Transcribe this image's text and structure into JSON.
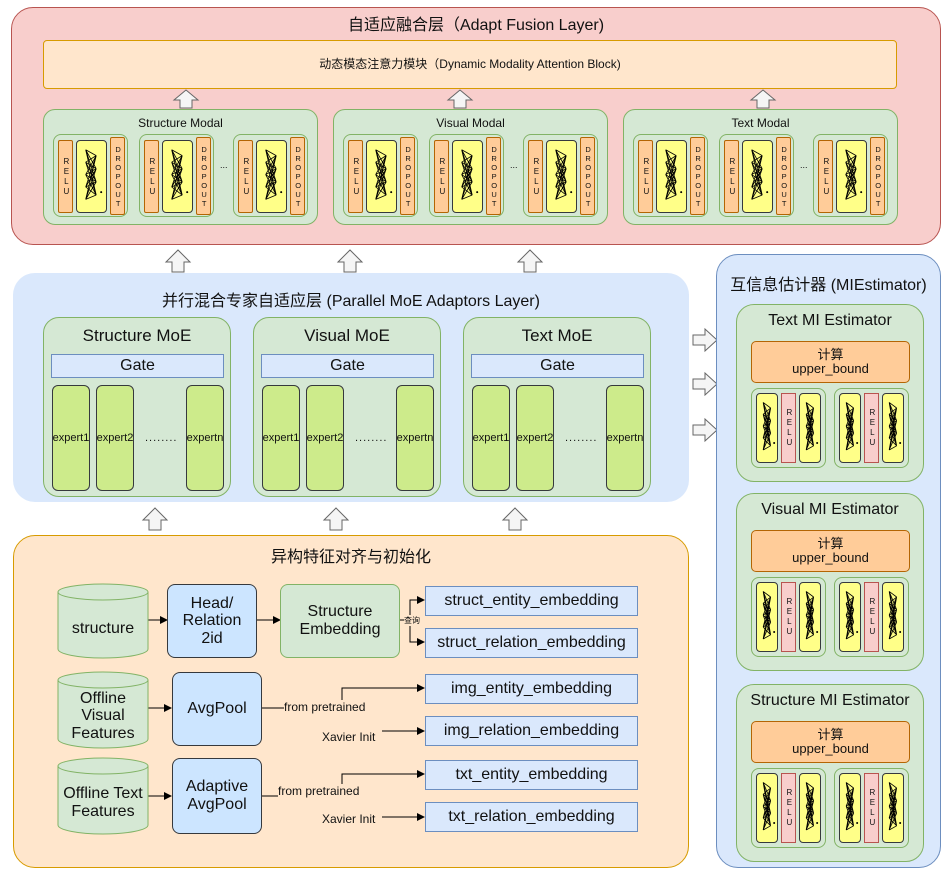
{
  "fusion": {
    "title": "自适应融合层（Adapt Fusion Layer)",
    "attention": "动态模态注意力模块（Dynamic Modality Attention Block)",
    "modals": [
      {
        "label": "Structure Modal"
      },
      {
        "label": "Visual Modal"
      },
      {
        "label": "Text Modal"
      }
    ],
    "relu": "RELU",
    "dropout": "DROPOUT",
    "dots": "..."
  },
  "moe": {
    "title": "并行混合专家自适应层 (Parallel MoE Adaptors Layer)",
    "blocks": [
      {
        "label": "Structure MoE"
      },
      {
        "label": "Visual MoE"
      },
      {
        "label": "Text MoE"
      }
    ],
    "gate": "Gate",
    "expert1": "expert1",
    "expert2": "expert2",
    "expertn": "expertn",
    "dots": "........"
  },
  "align": {
    "title": "异构特征对齐与初始化",
    "structure": "structure",
    "head_relation": "Head/ Relation 2id",
    "struct_embedding": "Structure Embedding",
    "query": "查询",
    "struct_entity": "struct_entity_embedding",
    "struct_relation": "struct_relation_embedding",
    "offline_visual": "Offline Visual Features",
    "avgpool": "AvgPool",
    "from_pretrained_1": "from pretrained",
    "xavier_1": "Xavier Init",
    "img_entity": "img_entity_embedding",
    "img_relation": "img_relation_embedding",
    "offline_text": "Offline Text Features",
    "adaptive_avgpool": "Adaptive AvgPool",
    "from_pretrained_2": "from pretrained",
    "xavier_2": "Xavier Init",
    "txt_entity": "txt_entity_embedding",
    "txt_relation": "txt_relation_embedding"
  },
  "mi": {
    "title": "互信息估计器 (MIEstimator)",
    "estimators": [
      {
        "label": "Text MI Estimator"
      },
      {
        "label": "Visual MI Estimator"
      },
      {
        "label": "Structure MI Estimator"
      }
    ],
    "compute_line1": "计算",
    "compute_line2": "upper_bound",
    "relu": "RELU"
  },
  "colors": {
    "fusion_bg": "#f8cecc",
    "moe_bg": "#dae8fc",
    "align_bg": "#ffe6cc",
    "mi_bg": "#dae8fc",
    "green": "#d5e8d4",
    "expert": "#cdeb8b",
    "net_yellow": "#ffff88"
  }
}
